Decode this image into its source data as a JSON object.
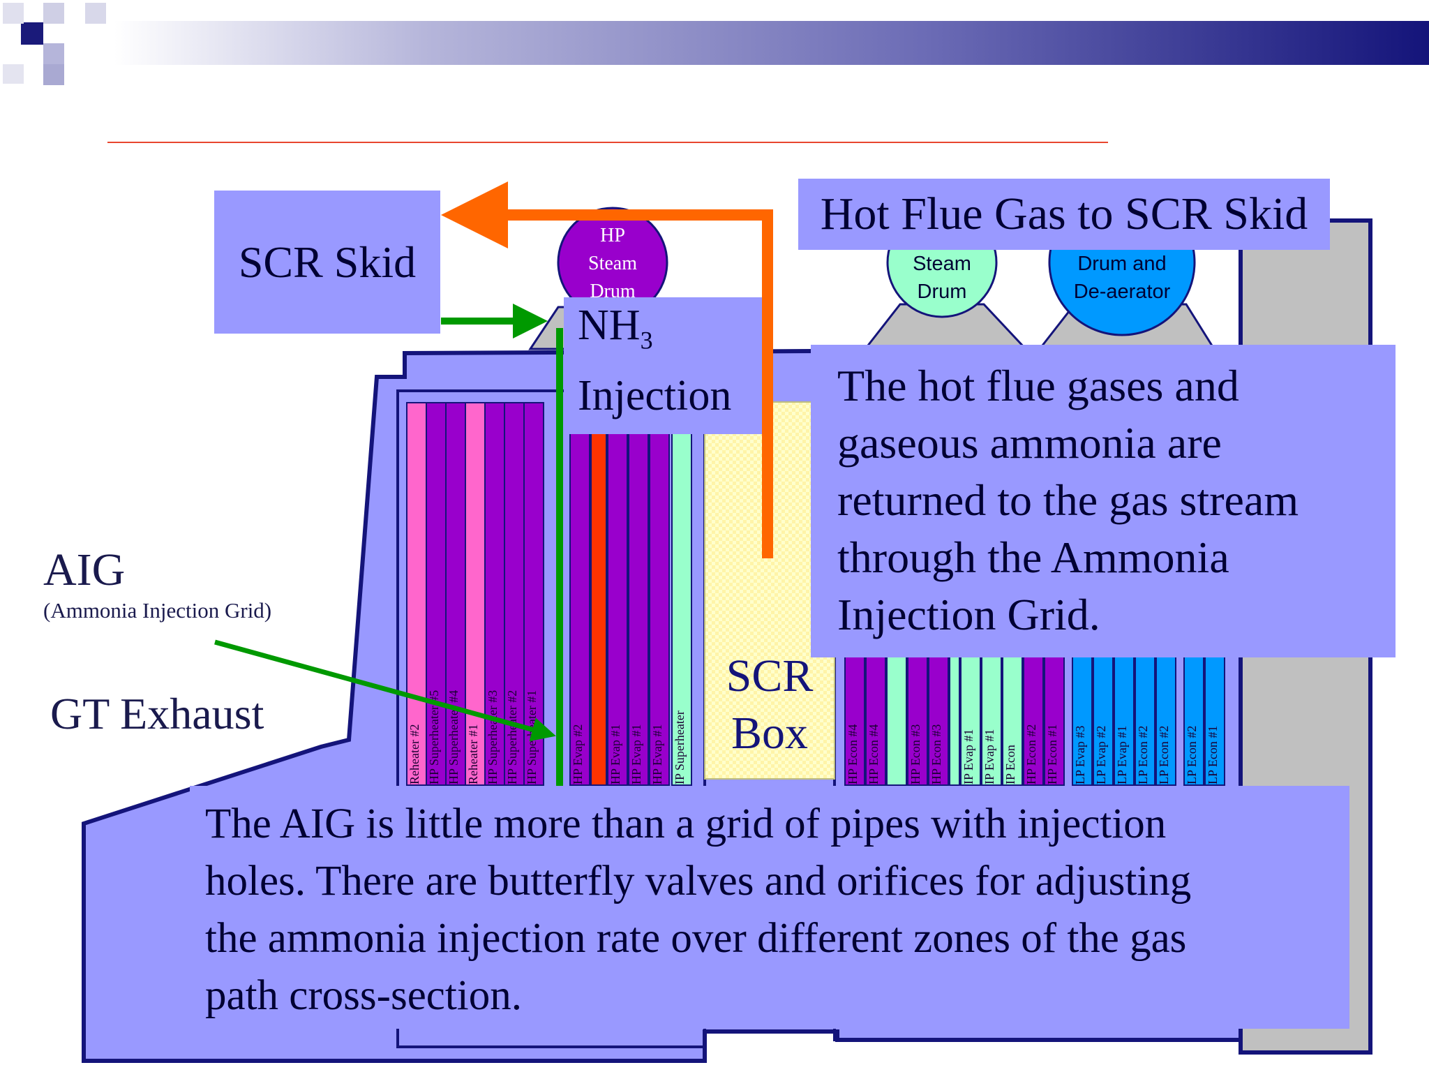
{
  "title_block": {
    "scr_skid": "SCR Skid",
    "hot_flue": "Hot Flue Gas to SCR Skid"
  },
  "nh3": {
    "main": "NH",
    "sub": "3",
    "second": "Injection"
  },
  "aig": {
    "title": "AIG",
    "subtitle": "(Ammonia Injection Grid)"
  },
  "gt_exhaust": "GT Exhaust",
  "scr_box": {
    "line1": "SCR",
    "line2": "Box"
  },
  "drums": [
    {
      "line1": "HP",
      "line2": "Steam",
      "line3": "Drum"
    },
    {
      "line1": "",
      "line2": "Steam",
      "line3": "Drum"
    },
    {
      "line1": "",
      "line2": "Drum and",
      "line3": "De-aerator"
    }
  ],
  "notes": {
    "flue_return": [
      "The hot flue gases and",
      "gaseous ammonia are",
      "returned to the gas stream",
      "through the Ammonia",
      "Injection Grid."
    ],
    "aig_desc": [
      "The AIG is little more than a grid of pipes with injection",
      "holes. There are butterfly valves and orifices for adjusting",
      "the ammonia injection rate over different zones of the gas",
      "path cross-section."
    ]
  },
  "tubes_left": [
    "Reheater #2",
    "HP Superheater #5",
    "HP Superheater #4",
    "Reheater #1",
    "HP Superheater #3",
    "HP Superheater #2",
    "HP Superheater #1"
  ],
  "tubes_mid": [
    "HP Evap #2",
    "",
    "HP Evap #1",
    "HP Evap #1",
    "HP Evap #1",
    "IP Superheater"
  ],
  "tubes_right": [
    "HP Econ #4",
    "HP Econ #4",
    "",
    "HP Econ #3",
    "HP Econ #3",
    "",
    "IP Evap #1",
    "IP Evap #1",
    "IP Econ",
    "HP Econ #2",
    "HP Econ #1",
    "",
    "LP Evap #3",
    "LP Evap #2",
    "LP Evap #1",
    "LP Econ #2",
    "LP Econ #2",
    "",
    "LP Econ #2",
    "LP Econ #1"
  ],
  "colors": {
    "box_fill": "#9999ff",
    "dark_outline": "#14147a",
    "orange_arrow": "#ff6600",
    "green_arrow": "#009900",
    "divider": "#e8462e",
    "scr_box_fill": "#ffffcc",
    "purple_tube": "#9900cc",
    "pink_tube": "#ff66cc",
    "red_tube": "#ff3300",
    "mint_tube": "#99ffcc",
    "blue_tube": "#0099ff",
    "grey_casing": "#c0c0c0"
  }
}
